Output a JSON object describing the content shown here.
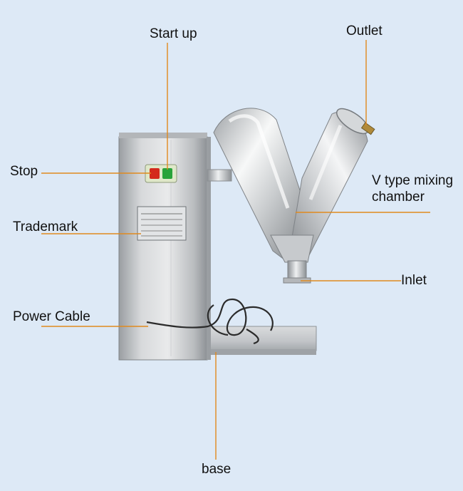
{
  "labels": {
    "start_up": "Start up",
    "outlet": "Outlet",
    "stop": "Stop",
    "v_type_line1": "V type mixing",
    "v_type_line2": "chamber",
    "trademark": "Trademark",
    "inlet": "Inlet",
    "power_cable": "Power Cable",
    "base": "base"
  },
  "colors": {
    "background": "#dde9f6",
    "leader_line": "#e08a1e",
    "steel_light": "#f2f3f4",
    "steel_mid": "#c4c7ca",
    "steel_dark": "#8b8f93",
    "button_red": "#d42a1c",
    "button_green": "#28a33a",
    "cable": "#2b2b2b"
  }
}
